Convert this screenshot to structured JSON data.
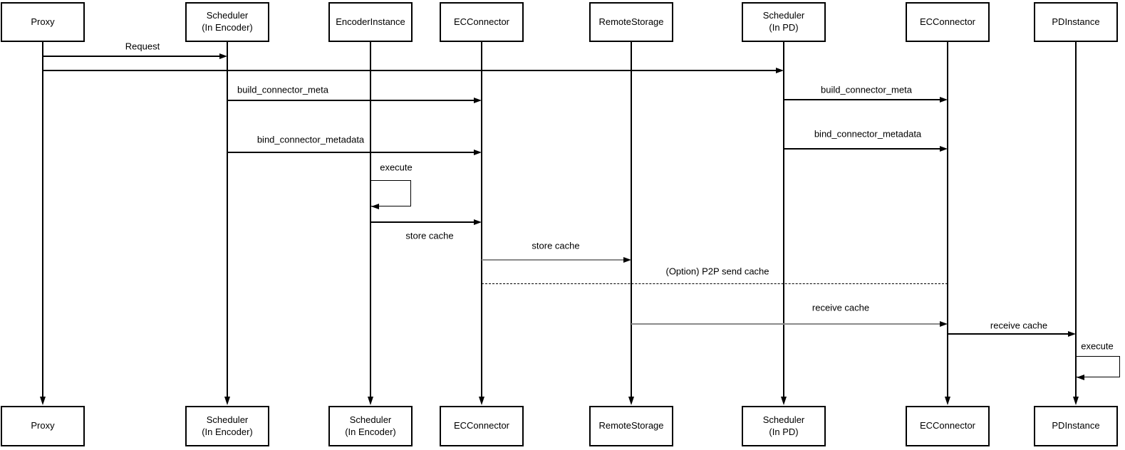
{
  "diagram_type": "sequence-diagram",
  "participants": [
    {
      "name": "proxy",
      "top_label": "Proxy",
      "bottom_label": "Proxy"
    },
    {
      "name": "scheduler-in-encoder",
      "top_label": "Scheduler\n(In Encoder)",
      "bottom_label": "Scheduler\n(In Encoder)"
    },
    {
      "name": "encoder-instance",
      "top_label": "EncoderInstance",
      "bottom_label": "Scheduler\n(In Encoder)"
    },
    {
      "name": "ec-connector-encoder",
      "top_label": "ECConnector",
      "bottom_label": "ECConnector"
    },
    {
      "name": "remote-storage",
      "top_label": "RemoteStorage",
      "bottom_label": "RemoteStorage"
    },
    {
      "name": "scheduler-in-pd",
      "top_label": "Scheduler\n(In PD)",
      "bottom_label": "Scheduler\n(In PD)"
    },
    {
      "name": "ec-connector-pd",
      "top_label": "ECConnector",
      "bottom_label": "ECConnector"
    },
    {
      "name": "pd-instance",
      "top_label": "PDInstance",
      "bottom_label": "PDInstance"
    }
  ],
  "messages": [
    {
      "label": "Request",
      "from": "Proxy",
      "to": "Scheduler (In Encoder)",
      "line": "solid-black"
    },
    {
      "label": "",
      "from": "Proxy",
      "to": "Scheduler (In PD)",
      "line": "solid-black"
    },
    {
      "label": "build_connector_meta",
      "from": "Scheduler (In Encoder)",
      "to": "ECConnector",
      "line": "solid-black"
    },
    {
      "label": "bind_connector_metadata",
      "from": "Scheduler (In Encoder)",
      "to": "ECConnector",
      "line": "solid-black"
    },
    {
      "label": "build_connector_meta",
      "from": "Scheduler (In PD)",
      "to": "ECConnector",
      "line": "solid-black"
    },
    {
      "label": "bind_connector_metadata",
      "from": "Scheduler (In PD)",
      "to": "ECConnector",
      "line": "solid-black"
    },
    {
      "label": "execute",
      "from": "EncoderInstance",
      "to": "EncoderInstance",
      "line": "self-loop"
    },
    {
      "label": "store cache",
      "from": "EncoderInstance",
      "to": "ECConnector",
      "line": "solid-black"
    },
    {
      "label": "store cache",
      "from": "ECConnector",
      "to": "RemoteStorage",
      "line": "solid-gray"
    },
    {
      "label": "(Option) P2P send cache",
      "from": "ECConnector",
      "to": "ECConnector (PD)",
      "line": "dashed-black"
    },
    {
      "label": "receive cache",
      "from": "RemoteStorage",
      "to": "ECConnector (PD)",
      "line": "solid-gray"
    },
    {
      "label": "receive cache",
      "from": "ECConnector (PD)",
      "to": "PDInstance",
      "line": "solid-black"
    },
    {
      "label": "execute",
      "from": "PDInstance",
      "to": "PDInstance",
      "line": "self-loop"
    }
  ],
  "colors": {
    "line": "#000000",
    "gray_line": "#8a8a8a",
    "box_border": "#000000",
    "background": "#ffffff",
    "text": "#000000"
  }
}
